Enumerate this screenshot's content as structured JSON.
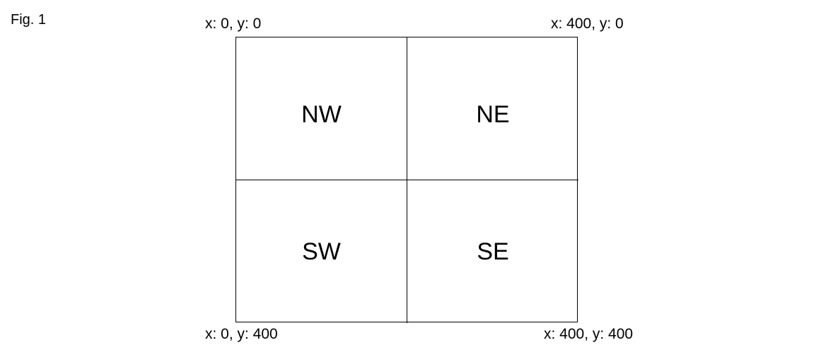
{
  "figure": {
    "label": "Fig. 1"
  },
  "corners": {
    "top_left": "x: 0, y: 0",
    "top_right": "x: 400, y: 0",
    "bottom_left": "x: 0, y: 400",
    "bottom_right": "x: 400, y: 400"
  },
  "quadrants": {
    "nw": "NW",
    "ne": "NE",
    "sw": "SW",
    "se": "SE"
  },
  "colors": {
    "line": "#000000",
    "text": "#000000",
    "background": "#ffffff"
  }
}
